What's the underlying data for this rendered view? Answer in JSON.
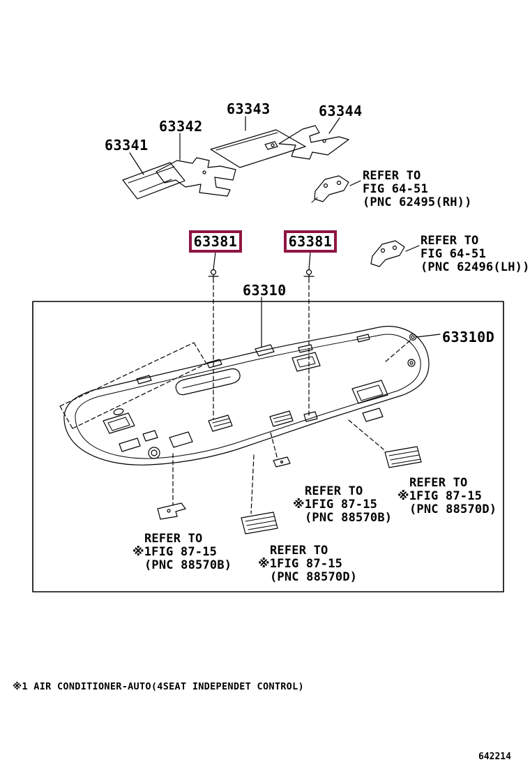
{
  "colors": {
    "highlight_box": "#8e1543",
    "line": "#000000",
    "background": "#ffffff"
  },
  "part_labels": {
    "p63341": "63341",
    "p63342": "63342",
    "p63343": "63343",
    "p63344": "63344",
    "p63381_left": "63381",
    "p63381_right": "63381",
    "p63310": "63310",
    "p63310d": "63310D"
  },
  "refer_notes": {
    "fig6451_rh": {
      "line1": "REFER TO",
      "line2": "FIG 64-51",
      "line3": "(PNC 62495(RH))"
    },
    "fig6451_lh": {
      "line1": "REFER TO",
      "line2": "FIG 64-51",
      "line3": "(PNC 62496(LH))"
    },
    "fig8715_d_right": {
      "line1": "REFER TO",
      "line2": "※1FIG 87-15",
      "line3": "(PNC 88570D)"
    },
    "fig8715_b_mid": {
      "line1": "REFER TO",
      "line2": "※1FIG 87-15",
      "line3": "(PNC 88570B)"
    },
    "fig8715_b_left": {
      "line1": "REFER TO",
      "line2": "※1FIG 87-15",
      "line3": "(PNC 88570B)"
    },
    "fig8715_d_bottom": {
      "line1": "REFER TO",
      "line2": "※1FIG 87-15",
      "line3": "(PNC 88570D)"
    }
  },
  "footnote": "※1 AIR CONDITIONER-AUTO(4SEAT INDEPENDET CONTROL)",
  "figure_number": "642214"
}
